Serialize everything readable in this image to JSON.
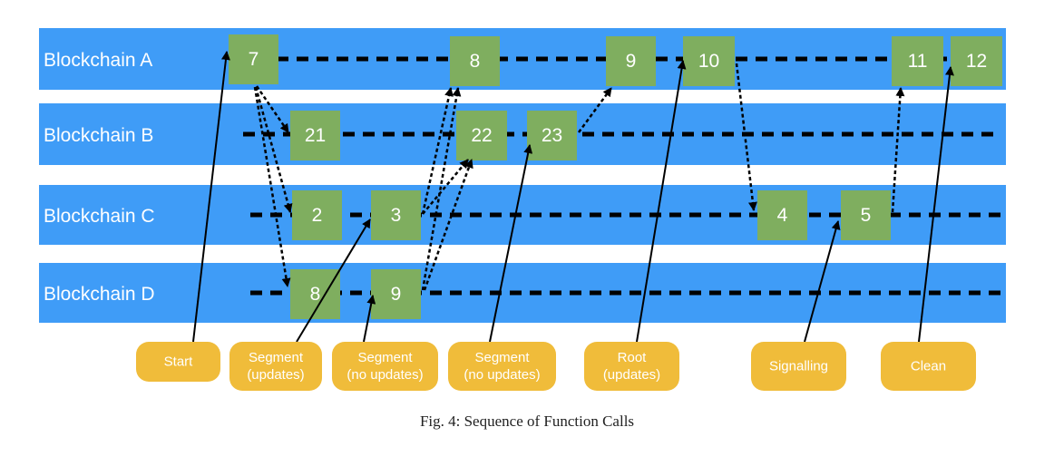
{
  "caption": "Fig. 4: Sequence of Function Calls",
  "colors": {
    "lane": "#3f9cf7",
    "block": "#7fae5f",
    "call": "#f0bc3a",
    "dash": "#000000",
    "text": "#ffffff"
  },
  "lanes": [
    {
      "id": "A",
      "label": "Blockchain A"
    },
    {
      "id": "B",
      "label": "Blockchain B"
    },
    {
      "id": "C",
      "label": "Blockchain C"
    },
    {
      "id": "D",
      "label": "Blockchain D"
    }
  ],
  "blocks": [
    {
      "id": "a7",
      "lane": "A",
      "label": "7"
    },
    {
      "id": "a8",
      "lane": "A",
      "label": "8"
    },
    {
      "id": "a9",
      "lane": "A",
      "label": "9"
    },
    {
      "id": "a10",
      "lane": "A",
      "label": "10"
    },
    {
      "id": "a11",
      "lane": "A",
      "label": "11"
    },
    {
      "id": "a12",
      "lane": "A",
      "label": "12"
    },
    {
      "id": "b21",
      "lane": "B",
      "label": "21"
    },
    {
      "id": "b22",
      "lane": "B",
      "label": "22"
    },
    {
      "id": "b23",
      "lane": "B",
      "label": "23"
    },
    {
      "id": "c2",
      "lane": "C",
      "label": "2"
    },
    {
      "id": "c3",
      "lane": "C",
      "label": "3"
    },
    {
      "id": "c4",
      "lane": "C",
      "label": "4"
    },
    {
      "id": "c5",
      "lane": "C",
      "label": "5"
    },
    {
      "id": "d8",
      "lane": "D",
      "label": "8"
    },
    {
      "id": "d9",
      "lane": "D",
      "label": "9"
    }
  ],
  "function_calls": [
    {
      "id": "start",
      "lines": [
        "Start"
      ]
    },
    {
      "id": "seg1",
      "lines": [
        "Segment",
        "(updates)"
      ]
    },
    {
      "id": "seg2",
      "lines": [
        "Segment",
        "(no updates)"
      ]
    },
    {
      "id": "seg3",
      "lines": [
        "Segment",
        "(no updates)"
      ]
    },
    {
      "id": "root",
      "lines": [
        "Root",
        "(updates)"
      ]
    },
    {
      "id": "signal",
      "lines": [
        "Signalling"
      ]
    },
    {
      "id": "clean",
      "lines": [
        "Clean"
      ]
    }
  ]
}
